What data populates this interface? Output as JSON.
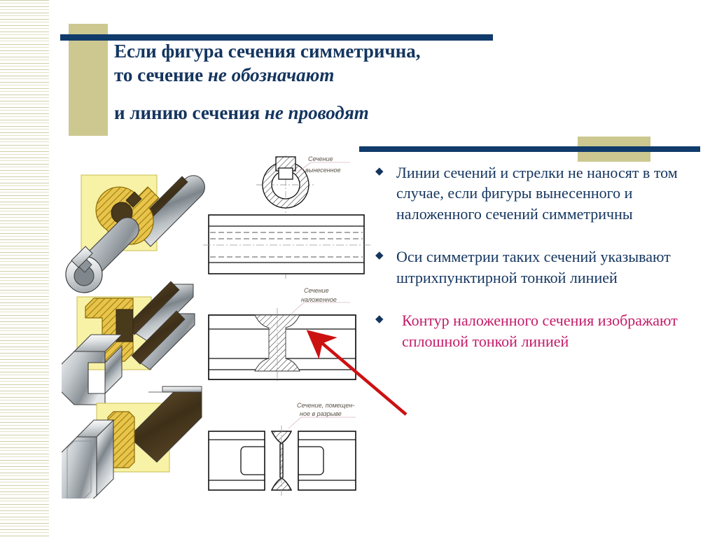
{
  "slide": {
    "title": {
      "line1": "Если фигура сечения  симметрична,",
      "line2_prefix": "то  сечение ",
      "line2_italic": "не обозначают",
      "line3_prefix": "и линию сечения ",
      "line3_italic": "не проводят"
    },
    "bullets": [
      {
        "marker": "◆",
        "text": "Линии сечений и стрелки не наносят в том случае, если фигуры вынесенного и наложенного сечений симметричны",
        "color": "#14355f"
      },
      {
        "marker": "◆",
        "text": "Оси симметрии таких сечений указывают штрихпунктирной тонкой линией",
        "color": "#14355f"
      },
      {
        "marker": "◆",
        "text": " Контур наложенного сечения изображают сплошной тонкой линией",
        "color": "#c21a68"
      }
    ],
    "drawings": [
      {
        "id": "vynesennoe",
        "label_line1": "Сечение",
        "label_line2": "вынесенное",
        "caption": "Вынесенное сечение вала со шпоночным пазом"
      },
      {
        "id": "nalozhennoe",
        "label_line1": "Сечение",
        "label_line2": "наложенное",
        "caption": "Наложенное сечение двутавровой балки"
      },
      {
        "id": "v-razryve",
        "label_line1": "Сечение, помещен-",
        "label_line2": "ное в разрыве",
        "caption": "Сечение, помещенное в разрыве детали"
      }
    ],
    "illustrations": [
      {
        "id": "shaft-keyway",
        "caption": "Вал со шпоночным пазом, наглядное изображение"
      },
      {
        "id": "i-beam",
        "caption": "Двутавровый профиль, наглядное изображение"
      },
      {
        "id": "flat-bar",
        "caption": "Планка прямоугольного сечения, наглядное изображение"
      }
    ],
    "colors": {
      "navy": "#103b6b",
      "title_text": "#14355f",
      "khaki": "#ccc890",
      "stripe": "#cfcfa8",
      "red_arrow": "#cc1111",
      "magenta": "#c21a68",
      "hatch_yellow": "#d9b400",
      "section_plane": "#f6f0a0"
    }
  }
}
